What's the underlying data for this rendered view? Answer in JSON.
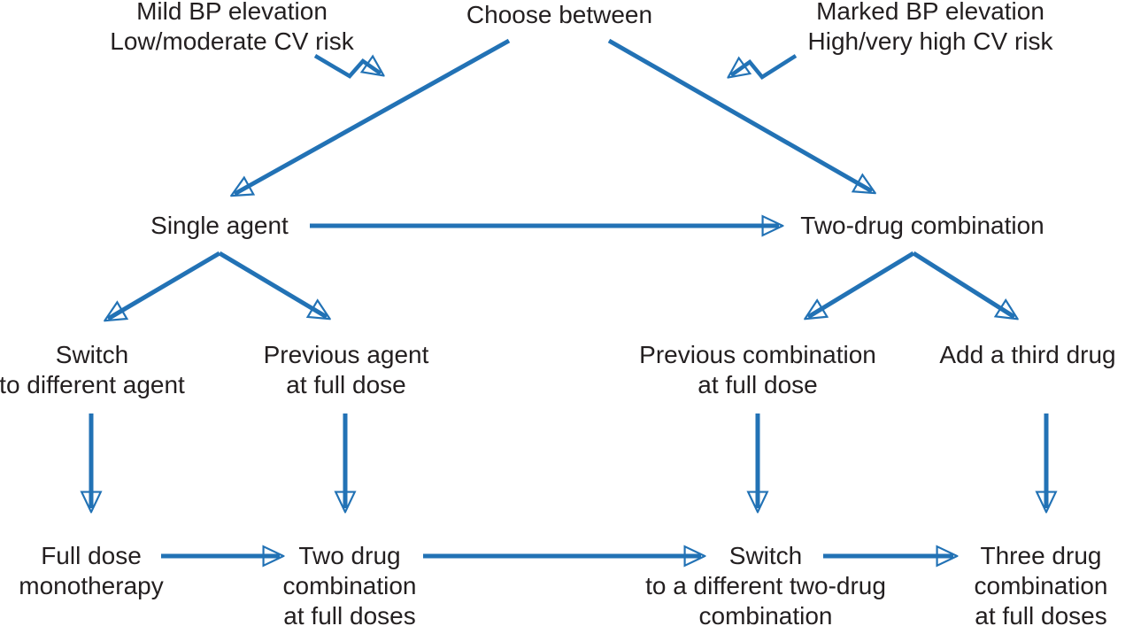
{
  "figure": {
    "title": "Choose between",
    "annotations": {
      "mild": {
        "line1": "Mild BP elevation",
        "line2": "Low/moderate CV risk"
      },
      "marked": {
        "line1": "Marked BP elevation",
        "line2": "High/very high CV risk"
      }
    },
    "nodes": {
      "single_agent": {
        "line1": "Single agent"
      },
      "two_drug_combination": {
        "line1": "Two-drug combination"
      },
      "switch_agent": {
        "line1": "Switch",
        "line2": "to different agent"
      },
      "previous_agent": {
        "line1": "Previous agent",
        "line2": "at full dose"
      },
      "previous_combination": {
        "line1": "Previous combination",
        "line2": "at full dose"
      },
      "add_third_drug": {
        "line1": "Add a third drug"
      },
      "full_dose_monotherapy": {
        "line1": "Full dose",
        "line2": "monotherapy"
      },
      "two_drug_full_doses": {
        "line1": "Two drug",
        "line2": "combination",
        "line3": "at full doses"
      },
      "switch_two_drug": {
        "line1": "Switch",
        "line2": "to a different two-drug",
        "line3": "combination"
      },
      "three_drug_full_doses": {
        "line1": "Three drug",
        "line2": "combination",
        "line3": "at full doses"
      }
    },
    "icons": {
      "zigzag_arrow_left": "zigzag-arrow-pointing-down-right",
      "zigzag_arrow_right": "zigzag-arrow-pointing-down-left"
    }
  },
  "colors": {
    "arrow_blue": "#2272b5",
    "text": "#231f20",
    "background": "#ffffff"
  }
}
